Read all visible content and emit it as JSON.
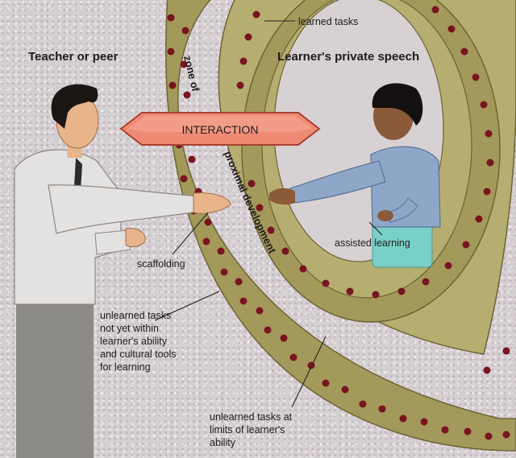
{
  "headings": {
    "teacher": "Teacher or peer",
    "learner": "Learner's private speech"
  },
  "interaction_label": "INTERACTION",
  "zone_text": {
    "part1": "zone of",
    "part2": "proximal development"
  },
  "labels": {
    "learned_tasks": "learned tasks",
    "assisted_learning": "assisted learning",
    "scaffolding": "scaffolding",
    "unlearned_not_within": [
      "unlearned tasks",
      "not yet within",
      "learner's ability",
      "and cultural tools",
      "for learning"
    ],
    "unlearned_at_limits": [
      "unlearned tasks at",
      "limits of learner's",
      "ability"
    ]
  },
  "colors": {
    "band": "#a3995a",
    "band_dark": "#7a7040",
    "dot": "#7a1420",
    "arrow_fill": "#ef8a74",
    "arrow_stroke": "#a84030"
  }
}
